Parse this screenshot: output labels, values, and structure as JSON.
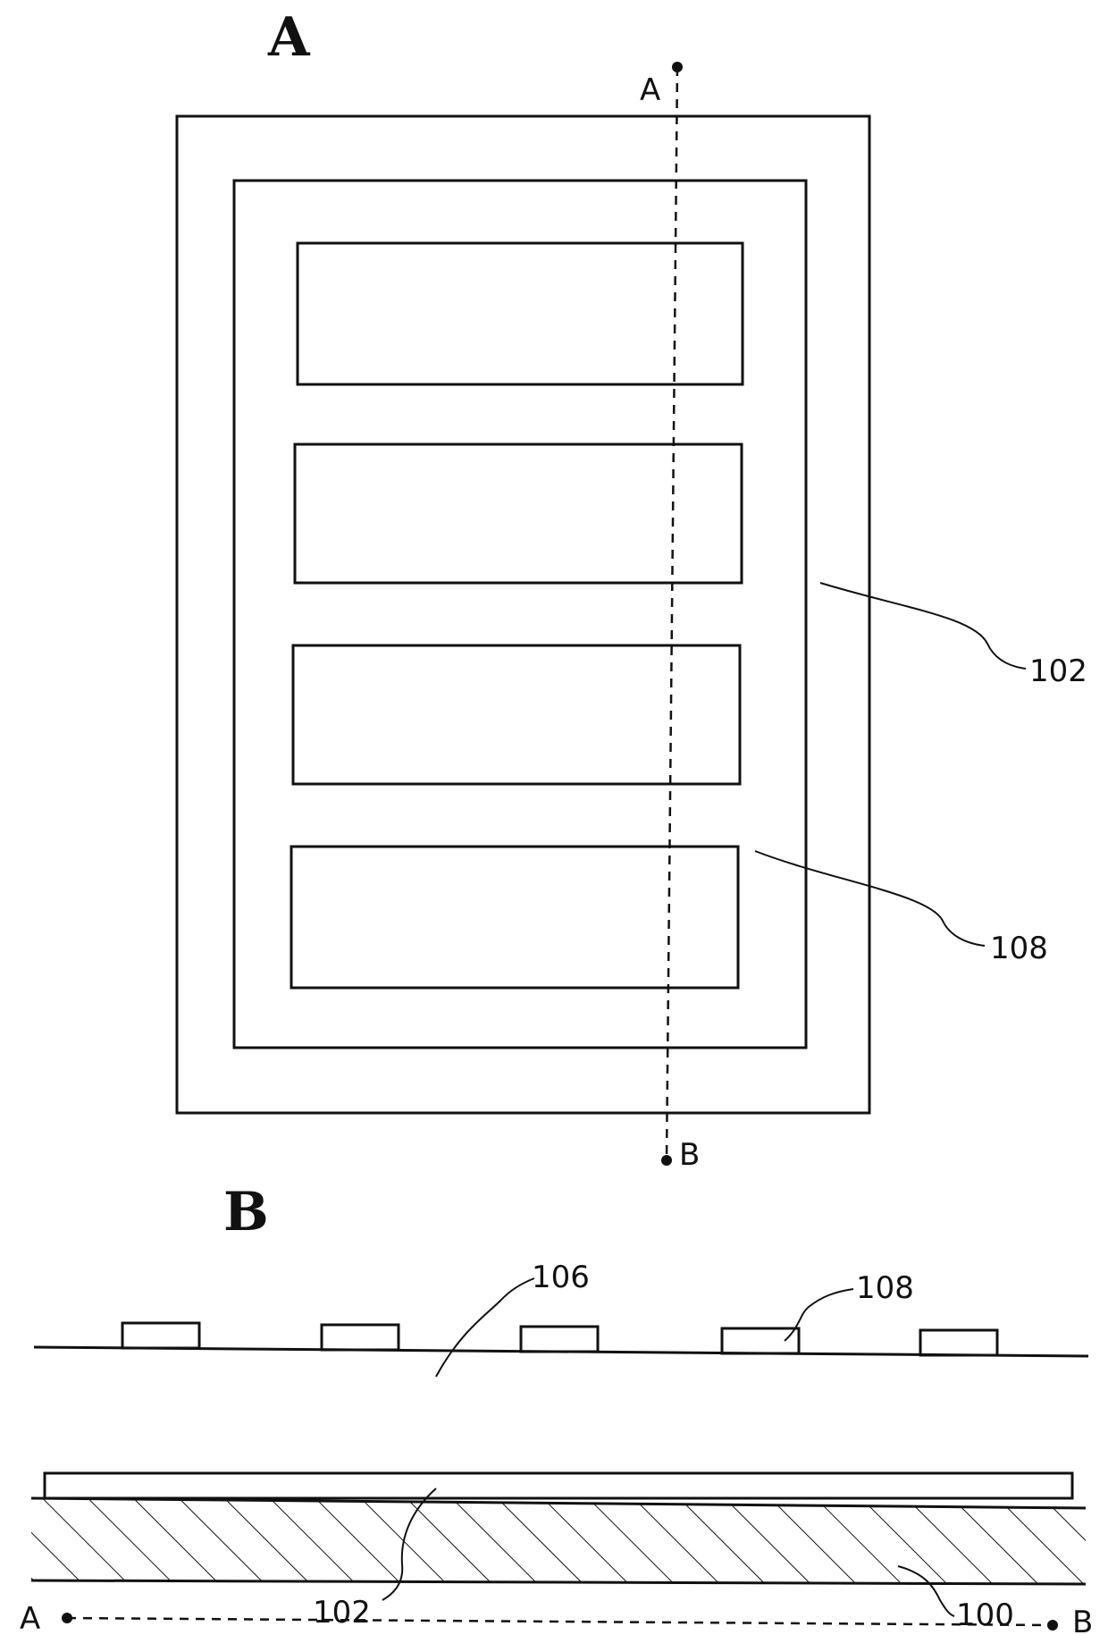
{
  "figure_a": {
    "title": "A",
    "cut_start_label": "A",
    "cut_end_label": "B",
    "label_outer": "102",
    "label_inner": "108"
  },
  "figure_b": {
    "title": "B",
    "label_gap": "106",
    "label_islands": "108",
    "label_layer": "102",
    "label_substrate": "100",
    "axis_start_label": "A",
    "axis_end_label": "B"
  },
  "colors": {
    "ink": "#111111",
    "background": "#ffffff"
  }
}
